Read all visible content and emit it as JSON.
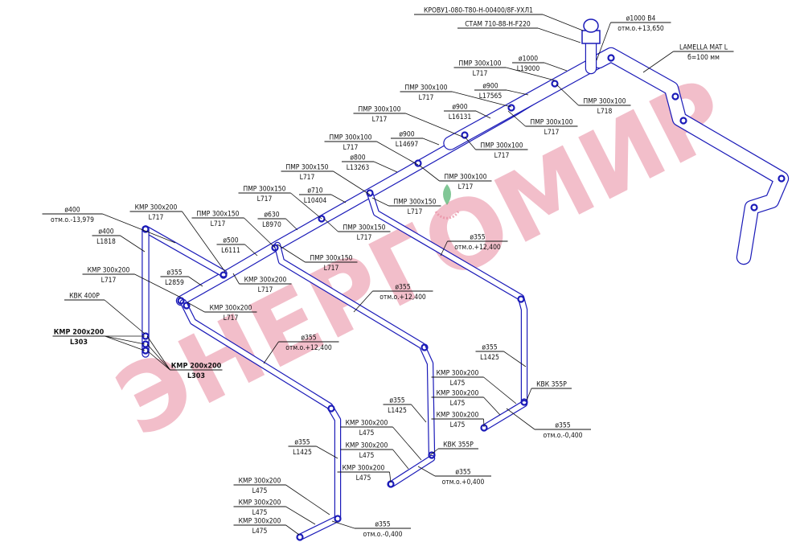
{
  "drawing": {
    "watermark": "ЭНЕРГОМИР",
    "pipe_color": "#1a1ab8",
    "watermark_color": "#e88aa0",
    "labels": [
      {
        "top": "КРОВУ1-080-Т80-Н-00400/8F-УХЛ1",
        "bottom": ""
      },
      {
        "top": "СТАМ 710-88-Н-F220",
        "bottom": ""
      },
      {
        "top": "ø1000  В4",
        "bottom": "отм.о.+13,650"
      },
      {
        "top": "LAMELLA MAT L",
        "bottom": "б=100 мм"
      },
      {
        "top": "ПМР 300x100",
        "bottom": "L717"
      },
      {
        "top": "ø1000",
        "bottom": "L19000"
      },
      {
        "top": "ПМР 300x100",
        "bottom": "L718"
      },
      {
        "top": "ПМР 300x100",
        "bottom": "L717"
      },
      {
        "top": "ø900",
        "bottom": "L17565"
      },
      {
        "top": "ПМР 300x100",
        "bottom": "L717"
      },
      {
        "top": "ø900",
        "bottom": "L16131"
      },
      {
        "top": "ПМР 300x100",
        "bottom": "L717"
      },
      {
        "top": "ПМР 300x100",
        "bottom": "L717"
      },
      {
        "top": "ø900",
        "bottom": "L14697"
      },
      {
        "top": "ПМР 300x100",
        "bottom": "L717"
      },
      {
        "top": "ø800",
        "bottom": "L13263"
      },
      {
        "top": "ПМР 300x100",
        "bottom": "L717"
      },
      {
        "top": "ПМР 300x150",
        "bottom": "L717"
      },
      {
        "top": "ø710",
        "bottom": "L10404"
      },
      {
        "top": "ПМР 300x150",
        "bottom": "L717"
      },
      {
        "top": "ПМР 300x150",
        "bottom": "L717"
      },
      {
        "top": "ø630",
        "bottom": "L8970"
      },
      {
        "top": "ПМР 300x150",
        "bottom": "L717"
      },
      {
        "top": "КМР 300x200",
        "bottom": "L717"
      },
      {
        "top": "ПМР 300x150",
        "bottom": "L717"
      },
      {
        "top": "ø500",
        "bottom": "L6111"
      },
      {
        "top": "ПМР 300x150",
        "bottom": "L717"
      },
      {
        "top": "ø400",
        "bottom": "отм.о.-13,979"
      },
      {
        "top": "ø400",
        "bottom": "L1818"
      },
      {
        "top": "КМР 300x200",
        "bottom": "L717"
      },
      {
        "top": "ø355",
        "bottom": "L2859"
      },
      {
        "top": "КМР 300x200",
        "bottom": "L717"
      },
      {
        "top": "КВК 400Р",
        "bottom": ""
      },
      {
        "top": "КМР 200х200",
        "bottom": "L303"
      },
      {
        "top": "КМР 200х200",
        "bottom": "L303"
      },
      {
        "top": "КМР 300x200",
        "bottom": "L717"
      },
      {
        "top": "ø355",
        "bottom": "отм.о.+12,400"
      },
      {
        "top": "ø355",
        "bottom": "отм.о.+12,400"
      },
      {
        "top": "ø355",
        "bottom": "отм.о.+12,400"
      },
      {
        "top": "ø355",
        "bottom": "L1425"
      },
      {
        "top": "КМР 300x200",
        "bottom": "L475"
      },
      {
        "top": "КВК 355Р",
        "bottom": ""
      },
      {
        "top": "КМР 300x200",
        "bottom": "L475"
      },
      {
        "top": "ø355",
        "bottom": "отм.о.-0,400"
      },
      {
        "top": "КМР 300x200",
        "bottom": "L475"
      },
      {
        "top": "ø355",
        "bottom": "L1425"
      },
      {
        "top": "КМР 300x200",
        "bottom": "L475"
      },
      {
        "top": "КВК 355Р",
        "bottom": ""
      },
      {
        "top": "КМР 300x200",
        "bottom": "L475"
      },
      {
        "top": "ø355",
        "bottom": "отм.о.+0,400"
      },
      {
        "top": "КМР 300x200",
        "bottom": "L475"
      },
      {
        "top": "ø355",
        "bottom": "L1425"
      },
      {
        "top": "КМР 300x200",
        "bottom": "L475"
      },
      {
        "top": "КМР 300x200",
        "bottom": "L475"
      },
      {
        "top": "ø355",
        "bottom": "отм.о.-0,400"
      },
      {
        "top": "КМР 300x200",
        "bottom": "L475"
      }
    ]
  }
}
